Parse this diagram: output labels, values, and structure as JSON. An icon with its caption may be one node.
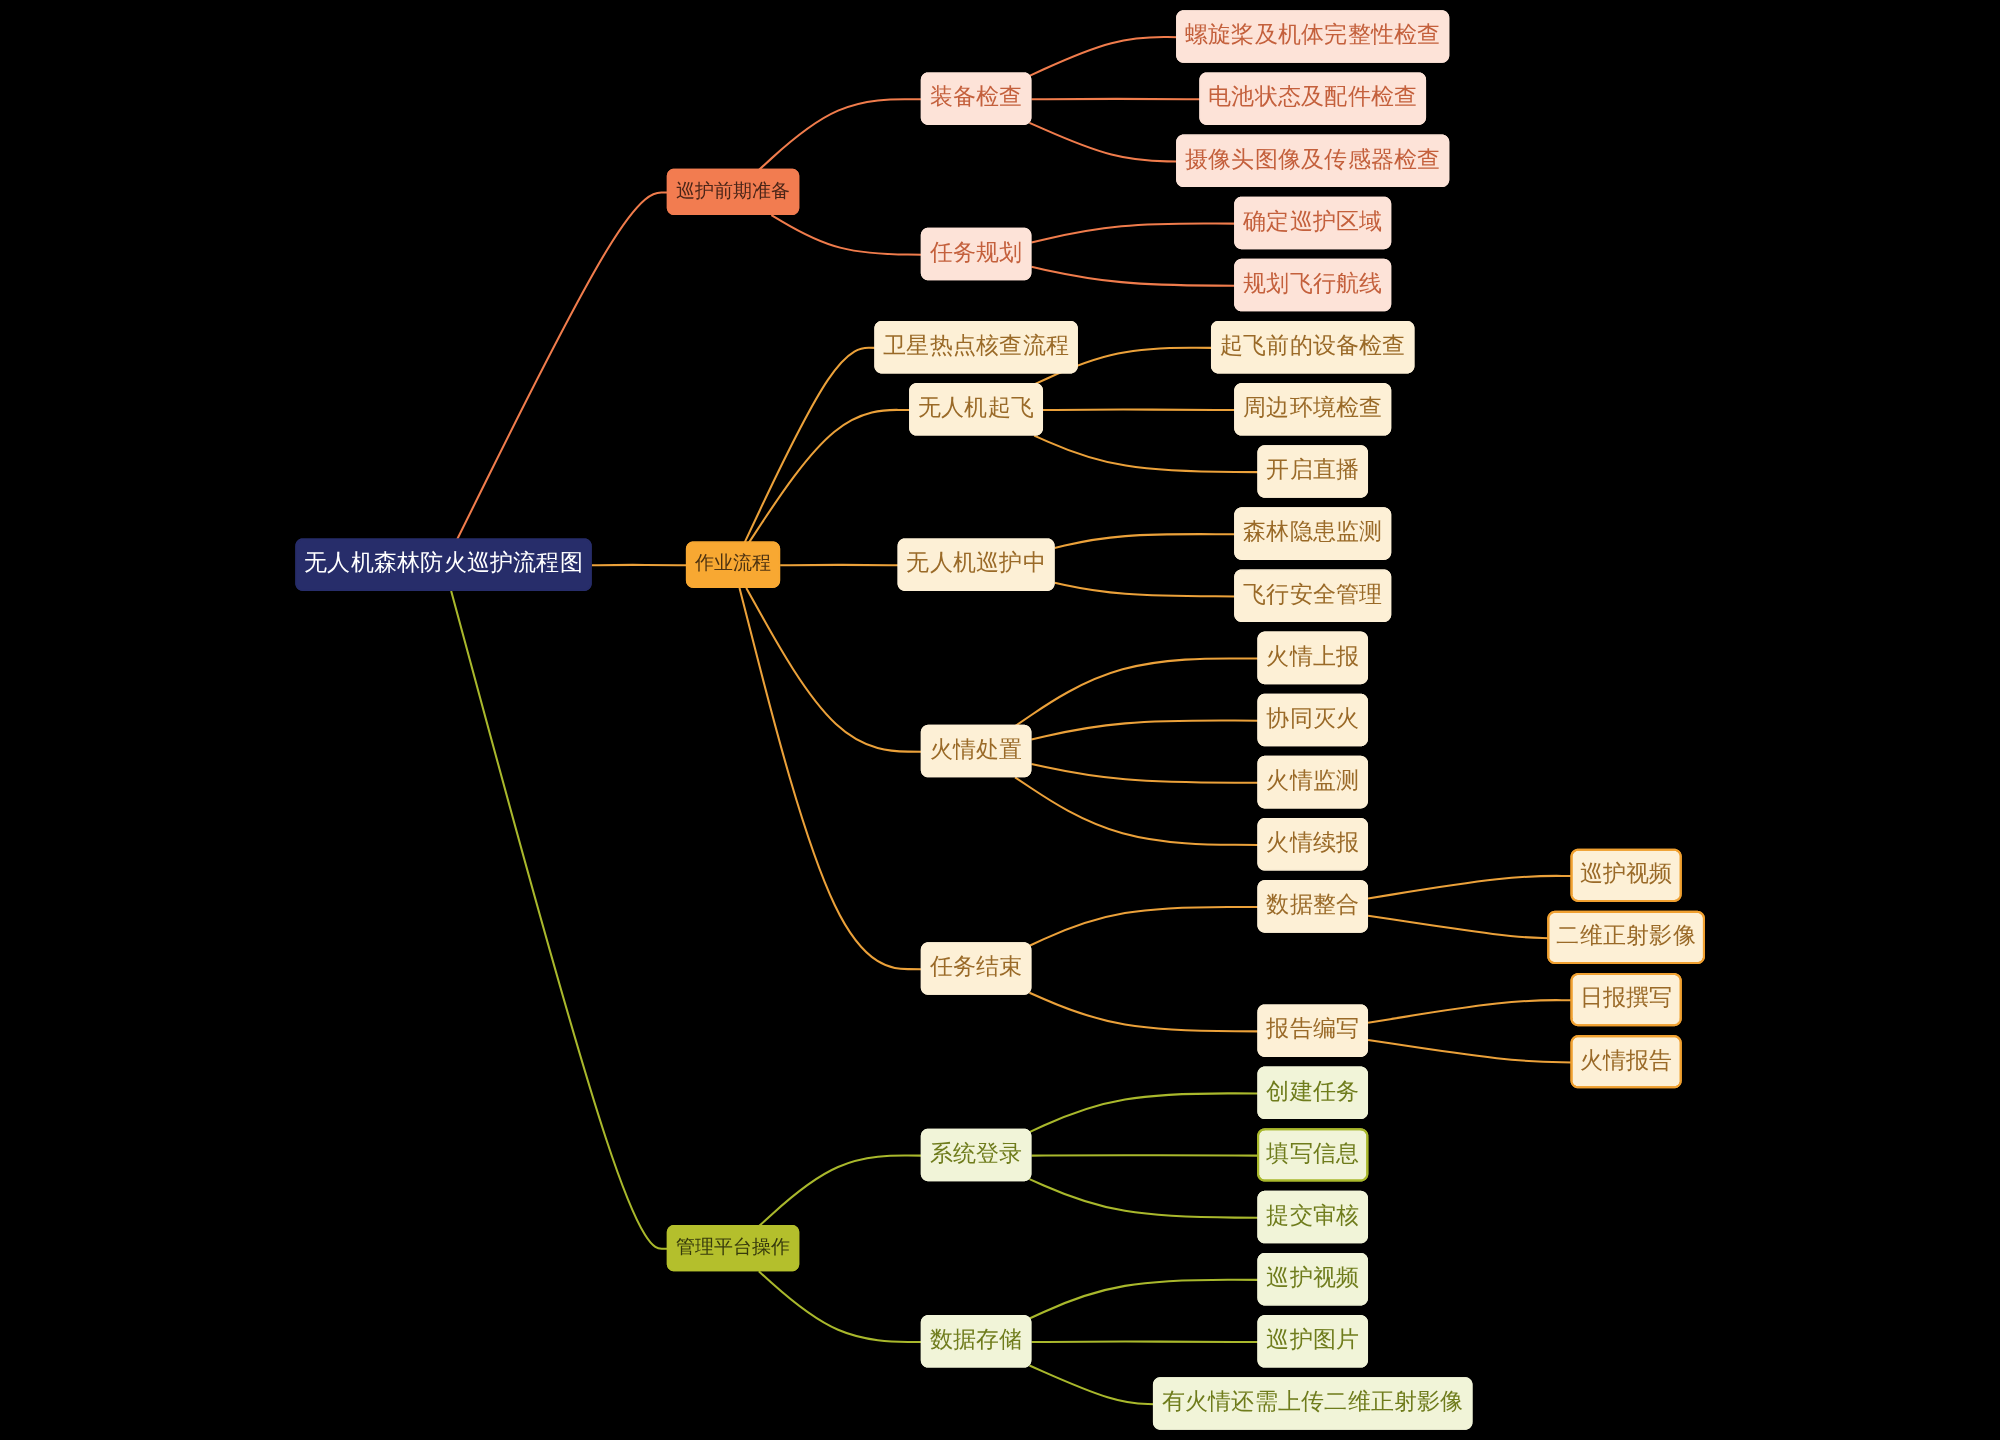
{
  "diagram": {
    "nodes": [
      {
        "text": [
          "无人机森林防火巡护流程图"
        ]
      },
      {
        "text": [
          "巡护前期准备"
        ]
      },
      {
        "text": [
          "装备检查"
        ]
      },
      {
        "text": [
          "螺旋桨及机体完整性检查"
        ]
      },
      {
        "text": [
          "电池状态及配件检查"
        ]
      },
      {
        "text": [
          "摄像头图像及传感器检查"
        ]
      },
      {
        "text": [
          "任务规划"
        ]
      },
      {
        "text": [
          "确定巡护区域"
        ]
      },
      {
        "text": [
          "规划飞行航线"
        ]
      },
      {
        "text": [
          "作业流程"
        ]
      },
      {
        "text": [
          "卫星热点核查流程"
        ]
      },
      {
        "text": [
          "无人机起飞"
        ]
      },
      {
        "text": [
          "起飞前的设备检查"
        ]
      },
      {
        "text": [
          "周边环境检查"
        ]
      },
      {
        "text": [
          "开启直播"
        ]
      },
      {
        "text": [
          "无人机巡护中"
        ]
      },
      {
        "text": [
          "森林隐患监测"
        ]
      },
      {
        "text": [
          "飞行安全管理"
        ]
      },
      {
        "text": [
          "火情处置"
        ]
      },
      {
        "text": [
          "火情上报"
        ]
      },
      {
        "text": [
          "协同灭火"
        ]
      },
      {
        "text": [
          "火情监测"
        ]
      },
      {
        "text": [
          "火情续报"
        ]
      },
      {
        "text": [
          "任务结束"
        ]
      },
      {
        "text": [
          "数据整合"
        ]
      },
      {
        "text": [
          "巡护视频"
        ]
      },
      {
        "text": [
          "二维正射影像"
        ]
      },
      {
        "text": [
          "报告编写"
        ]
      },
      {
        "text": [
          "日报撰写"
        ]
      },
      {
        "text": [
          "火情报告"
        ]
      },
      {
        "text": [
          "管理平台操作"
        ]
      },
      {
        "text": [
          "系统登录"
        ]
      },
      {
        "text": [
          "创建任务"
        ]
      },
      {
        "text": [
          "填写信息"
        ]
      },
      {
        "text": [
          "提交审核"
        ]
      },
      {
        "text": [
          "数据存储"
        ]
      },
      {
        "text": [
          "巡护视频"
        ]
      },
      {
        "text": [
          "巡护图片"
        ]
      },
      {
        "text": [
          "有火情还需上传二维正射影像"
        ]
      }
    ],
    "edges": [
      {
        "from": 0,
        "to": 1,
        "arrow": "none",
        "color": "#f07c4c"
      },
      {
        "from": 1,
        "to": 2,
        "arrow": "none",
        "color": "#f07c4c"
      },
      {
        "from": 2,
        "to": 3,
        "arrow": "none",
        "color": "#f07c4c"
      },
      {
        "from": 2,
        "to": 4,
        "arrow": "none",
        "color": "#f07c4c"
      },
      {
        "from": 2,
        "to": 5,
        "arrow": "none",
        "color": "#f07c4c"
      },
      {
        "from": 1,
        "to": 6,
        "arrow": "none",
        "color": "#f07c4c"
      },
      {
        "from": 6,
        "to": 7,
        "arrow": "none",
        "color": "#f07c4c"
      },
      {
        "from": 6,
        "to": 8,
        "arrow": "none",
        "color": "#f07c4c"
      },
      {
        "from": 0,
        "to": 9,
        "arrow": "none"
      },
      {
        "from": 9,
        "to": 10,
        "arrow": "none"
      },
      {
        "from": 9,
        "to": 11,
        "arrow": "none"
      },
      {
        "from": 11,
        "to": 12,
        "arrow": "none"
      },
      {
        "from": 11,
        "to": 13,
        "arrow": "none"
      },
      {
        "from": 11,
        "to": 14,
        "arrow": "none"
      },
      {
        "from": 9,
        "to": 15,
        "arrow": "none"
      },
      {
        "from": 15,
        "to": 16,
        "arrow": "none"
      },
      {
        "from": 15,
        "to": 17,
        "arrow": "none"
      },
      {
        "from": 9,
        "to": 18,
        "arrow": "none"
      },
      {
        "from": 18,
        "to": 19,
        "arrow": "none"
      },
      {
        "from": 18,
        "to": 20,
        "arrow": "none"
      },
      {
        "from": 18,
        "to": 21,
        "arrow": "none"
      },
      {
        "from": 18,
        "to": 22,
        "arrow": "none"
      },
      {
        "from": 9,
        "to": 23,
        "arrow": "none"
      },
      {
        "from": 23,
        "to": 24,
        "arrow": "none"
      },
      {
        "from": 24,
        "to": 25,
        "arrow": "none"
      },
      {
        "from": 24,
        "to": 26,
        "arrow": "none"
      },
      {
        "from": 23,
        "to": 27,
        "arrow": "none"
      },
      {
        "from": 27,
        "to": 28,
        "arrow": "none"
      },
      {
        "from": 27,
        "to": 29,
        "arrow": "none"
      },
      {
        "from": 0,
        "to": 30,
        "arrow": "none",
        "color": "#a9b82c"
      },
      {
        "from": 30,
        "to": 31,
        "arrow": "none",
        "color": "#a9b82c"
      },
      {
        "from": 31,
        "to": 32,
        "arrow": "none",
        "color": "#a9b82c"
      },
      {
        "from": 31,
        "to": 33,
        "arrow": "none",
        "color": "#a9b82c"
      },
      {
        "from": 31,
        "to": 34,
        "arrow": "none",
        "color": "#a9b82c"
      },
      {
        "from": 30,
        "to": 35,
        "arrow": "none",
        "color": "#a9b82c"
      },
      {
        "from": 35,
        "to": 36,
        "arrow": "none",
        "color": "#a9b82c"
      },
      {
        "from": 35,
        "to": 37,
        "arrow": "none",
        "color": "#a9b82c"
      },
      {
        "from": 35,
        "to": 38,
        "arrow": "none",
        "color": "#a9b82c"
      }
    ]
  }
}
